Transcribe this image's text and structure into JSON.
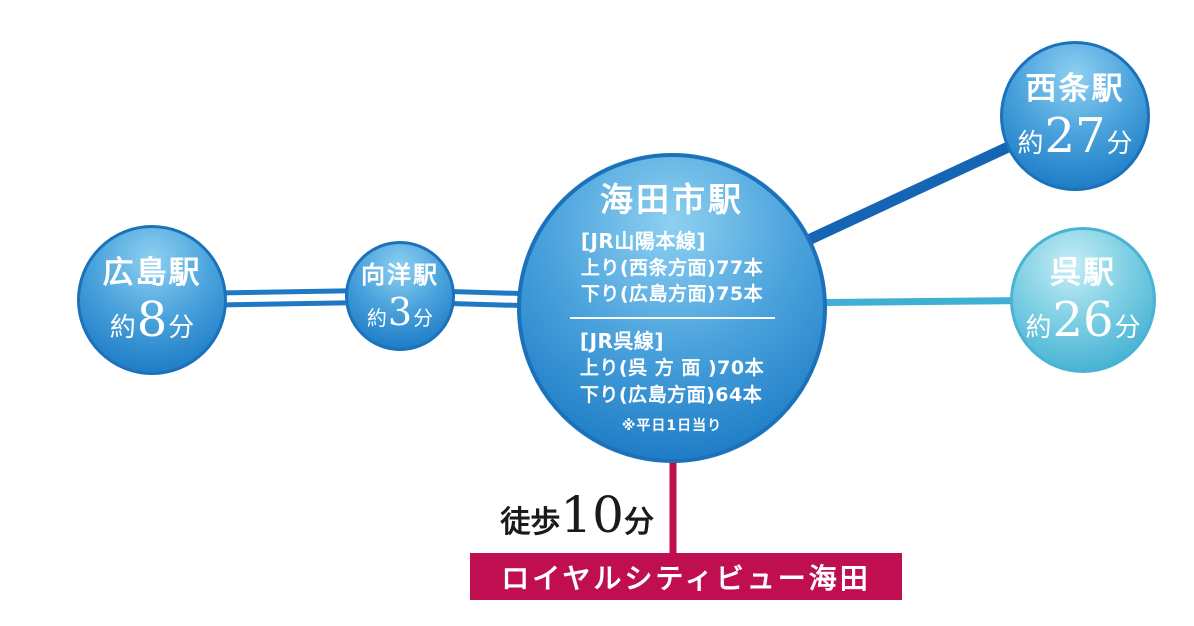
{
  "stations": {
    "hiroshima": {
      "name": "広島駅",
      "about": "約",
      "minutes": "8",
      "unit": "分"
    },
    "mukainada": {
      "name": "向洋駅",
      "about": "約",
      "minutes": "3",
      "unit": "分"
    },
    "saijo": {
      "name": "西条駅",
      "about": "約",
      "minutes": "27",
      "unit": "分"
    },
    "kure": {
      "name": "呉駅",
      "about": "約",
      "minutes": "26",
      "unit": "分"
    },
    "kaitaichi": {
      "name": "海田市駅",
      "lines": [
        {
          "name": "[JR山陽本線]",
          "up": "上り(西条方面)77本",
          "down": "下り(広島方面)75本"
        },
        {
          "name": "[JR呉線]",
          "up": "上り(呉 方 面 )70本",
          "down": "下り(広島方面)64本"
        }
      ],
      "note": "※平日1日当り"
    }
  },
  "walk": {
    "prefix": "徒歩",
    "minutes": "10",
    "unit": "分"
  },
  "property": {
    "name": "ロイヤルシティビュー海田"
  },
  "colors": {
    "blue_track": "#1e78c4",
    "thick_blue_track": "#1565b4",
    "cyan_track": "#3fafd3",
    "crimson": "#c00f50",
    "circle_blue": "#2280c8",
    "circle_cyan": "#47b2d4"
  }
}
